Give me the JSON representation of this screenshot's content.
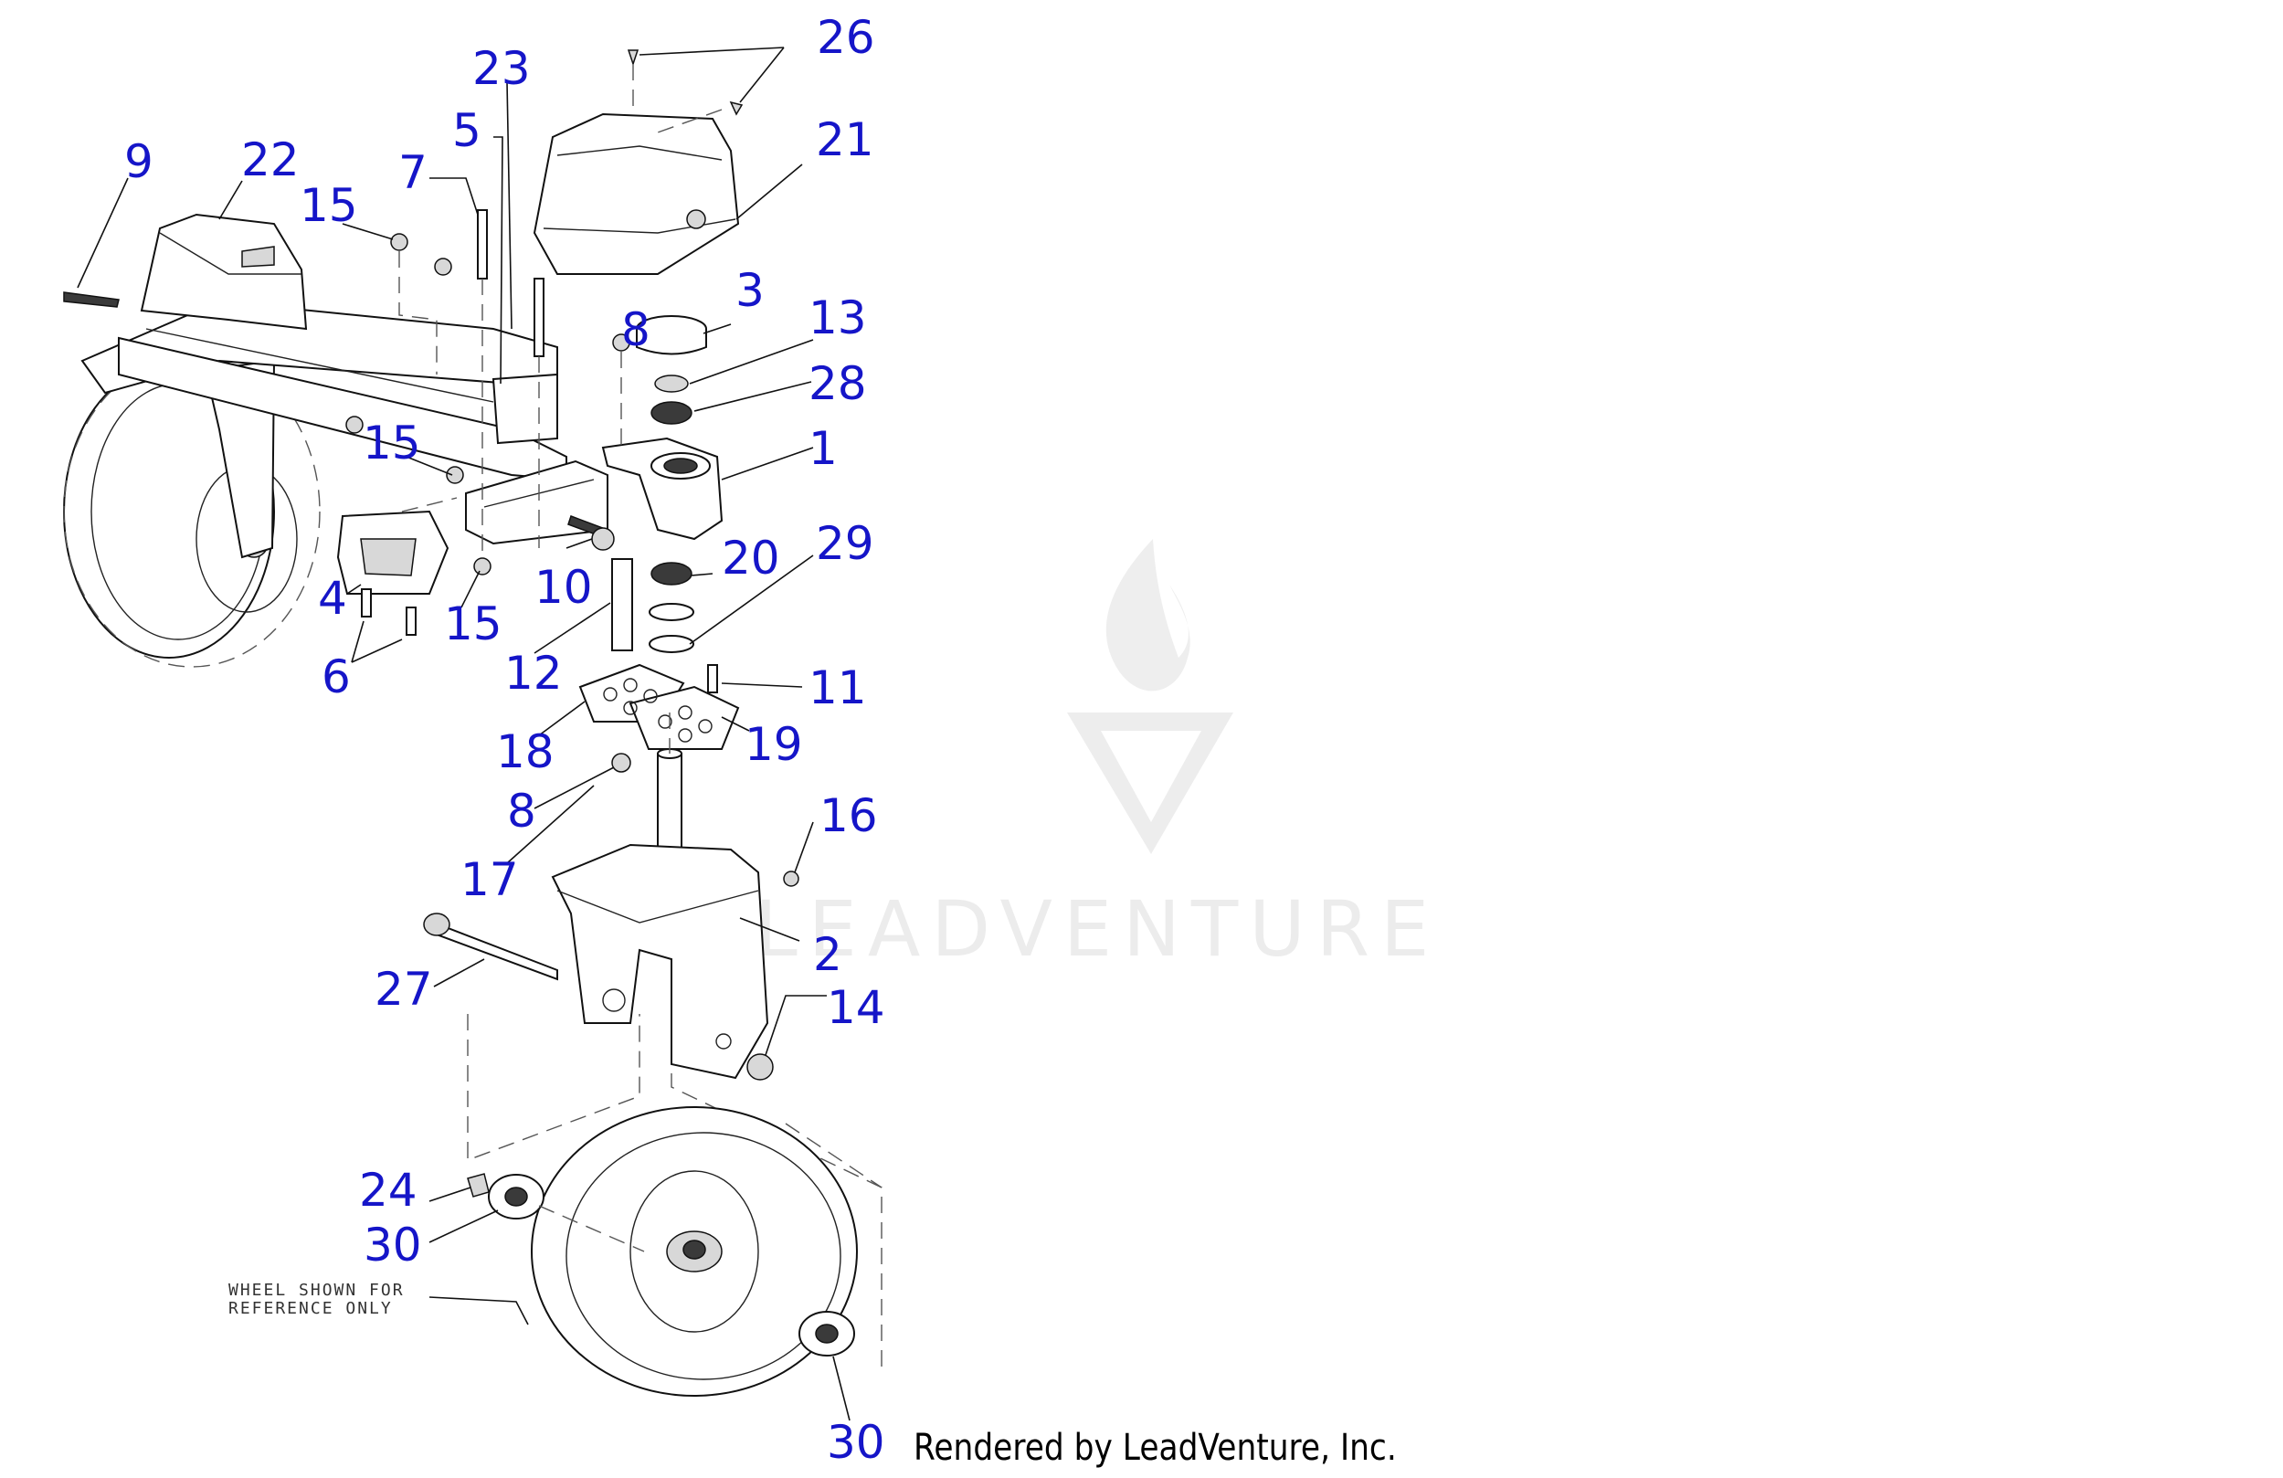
{
  "diagram": {
    "callouts": [
      "26",
      "23",
      "5",
      "21",
      "9",
      "22",
      "15",
      "7",
      "3",
      "13",
      "8",
      "28",
      "1",
      "15",
      "20",
      "29",
      "10",
      "4",
      "15",
      "12",
      "11",
      "6",
      "18",
      "19",
      "8",
      "16",
      "17",
      "2",
      "27",
      "14",
      "24",
      "30",
      "30"
    ],
    "note_line1": "WHEEL SHOWN FOR",
    "note_line2": "REFERENCE ONLY"
  },
  "watermark": {
    "text": "LEADVENTURE"
  },
  "footer": {
    "text": "Rendered by LeadVenture, Inc."
  },
  "colors": {
    "callout": "#1515c8",
    "line": "#111111",
    "watermark": "#ececec"
  }
}
